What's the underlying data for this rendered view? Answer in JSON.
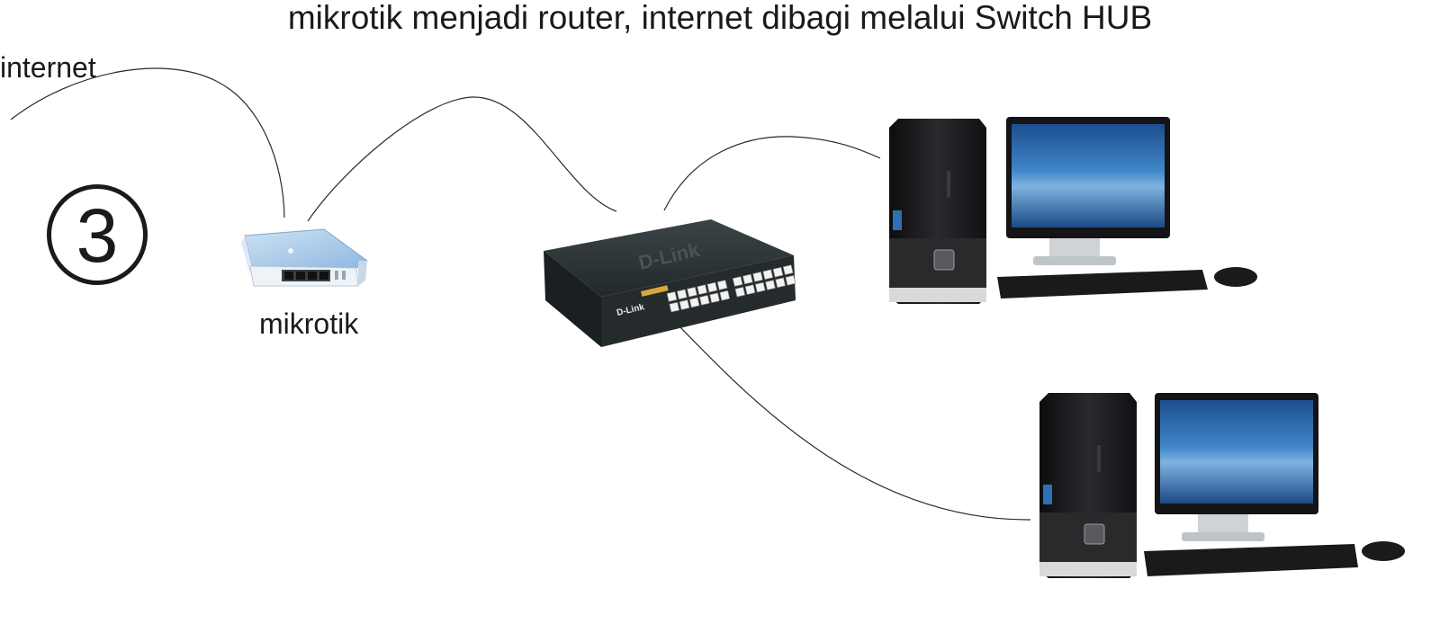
{
  "diagram": {
    "title": "mikrotik menjadi router, internet dibagi melalui Switch HUB",
    "step_number": "3",
    "labels": {
      "internet": "internet",
      "mikrotik": "mikrotik"
    },
    "switch_brand": "D-Link",
    "icons": [
      "router-icon",
      "network-switch-icon",
      "desktop-computer-icon",
      "desktop-computer-icon"
    ],
    "colors": {
      "ink": "#1a1a1a",
      "router_body": "#e8eef5",
      "router_top": "#a9cbe8",
      "switch_body": "#2b3133",
      "monitor_screen": "#2f6fb3",
      "pc_tower": "#1c1c1e"
    }
  }
}
